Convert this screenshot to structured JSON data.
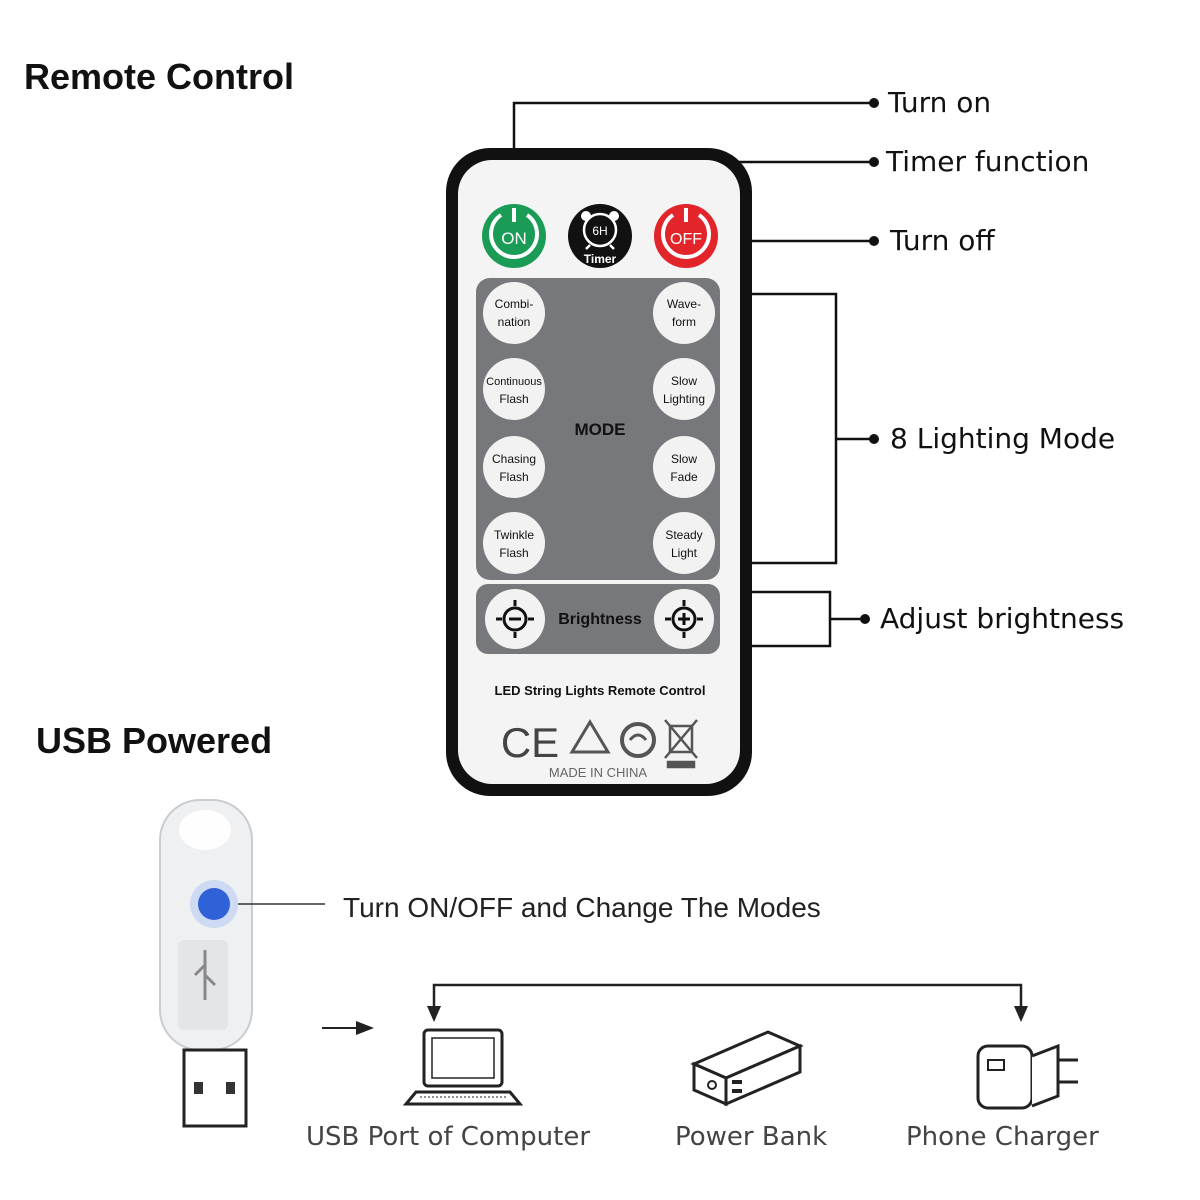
{
  "remote_section": {
    "heading": "Remote Control",
    "callouts": {
      "turn_on": "Turn on",
      "timer": "Timer function",
      "turn_off": "Turn off",
      "modes": "8 Lighting Mode",
      "brightness": "Adjust brightness"
    },
    "remote": {
      "on_label": "ON",
      "off_label": "OFF",
      "timer_hours": "6H",
      "timer_label": "Timer",
      "mode_center": "MODE",
      "left_buttons": [
        {
          "line1": "Combi-",
          "line2": "nation"
        },
        {
          "line1": "Continuous",
          "line2": "Flash"
        },
        {
          "line1": "Chasing",
          "line2": "Flash"
        },
        {
          "line1": "Twinkle",
          "line2": "Flash"
        }
      ],
      "right_buttons": [
        {
          "line1": "Wave-",
          "line2": "form"
        },
        {
          "line1": "Slow",
          "line2": "Lighting"
        },
        {
          "line1": "Slow",
          "line2": "Fade"
        },
        {
          "line1": "Steady",
          "line2": "Light"
        }
      ],
      "brightness_label": "Brightness",
      "product_label": "LED String Lights Remote Control",
      "ce_mark": "CE",
      "made_in": "MADE IN CHINA"
    },
    "colors": {
      "on_green": "#1a9c57",
      "off_red": "#e2242b",
      "panel_gray": "#77787b",
      "body_black": "#111111"
    }
  },
  "usb_section": {
    "heading": "USB Powered",
    "button_callout": "Turn ON/OFF and Change The Modes",
    "devices": [
      {
        "label": "USB Port of Computer",
        "icon": "laptop-icon"
      },
      {
        "label": "Power Bank",
        "icon": "power-bank-icon"
      },
      {
        "label": "Phone Charger",
        "icon": "phone-charger-icon"
      }
    ]
  }
}
